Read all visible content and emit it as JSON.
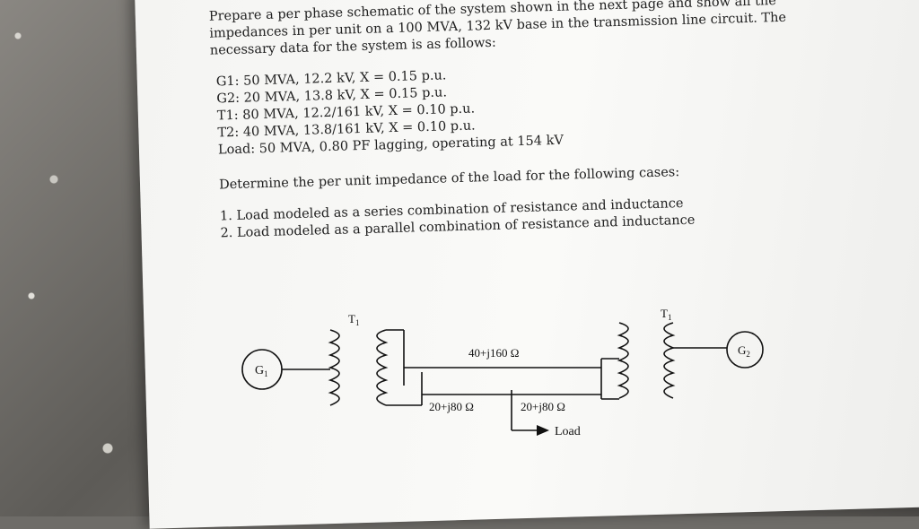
{
  "problem": {
    "intro": "Prepare a per phase schematic of the system shown in the next page and show all the impedances in per unit on a 100 MVA, 132 kV base in the transmission line circuit. The necessary data for the system is as follows:",
    "specs": [
      "G1: 50 MVA, 12.2 kV, X = 0.15 p.u.",
      "G2: 20 MVA, 13.8 kV, X = 0.15 p.u.",
      "T1: 80 MVA, 12.2/161 kV, X = 0.10 p.u.",
      "T2: 40 MVA, 13.8/161 kV, X = 0.10 p.u.",
      "Load: 50 MVA, 0.80 PF lagging, operating at 154 kV"
    ],
    "question": "Determine the per unit impedance of the load for the following cases:",
    "cases": [
      "1. Load modeled as a series combination of resistance and inductance",
      "2. Load modeled as a parallel combination of resistance and inductance"
    ]
  },
  "diagram": {
    "gen1": "G",
    "gen1_sub": "1",
    "gen2": "G",
    "gen2_sub": "2",
    "t_left": "T",
    "t_left_sub": "1",
    "t_right": "T",
    "t_right_sub": "1",
    "line_top": "40+j160 Ω",
    "line_bottom_left": "20+j80 Ω",
    "line_bottom_right": "20+j80 Ω",
    "load": "Load"
  }
}
